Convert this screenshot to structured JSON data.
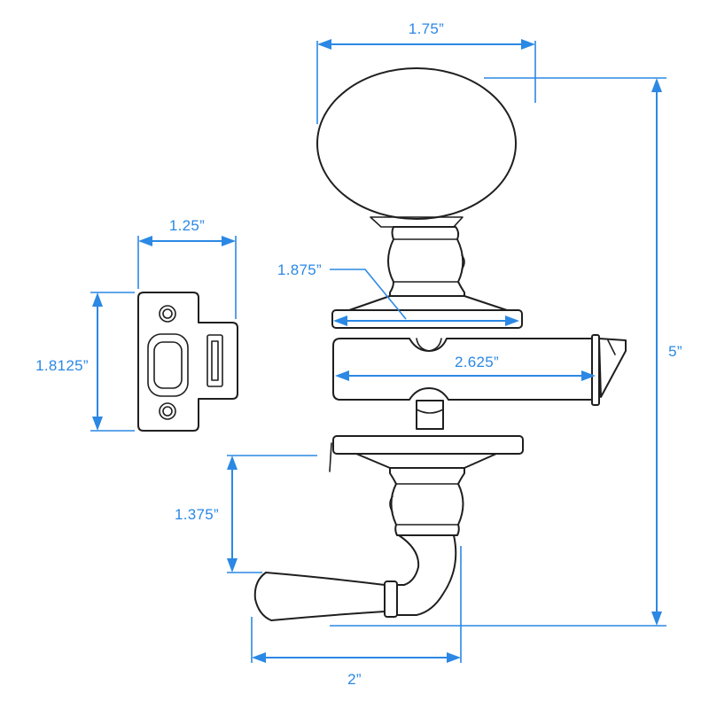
{
  "colors": {
    "dimension": "#2b88e4",
    "outline": "#1f1f1f",
    "background": "#ffffff"
  },
  "dimensions": {
    "knob_diameter": "1.75”",
    "overall_height": "5”",
    "strike_plate_width": "1.25”",
    "strike_plate_height": "1.8125”",
    "rosette_diameter": "1.875”",
    "latch_length": "2.625”",
    "lever_projection": "1.375”",
    "lever_length": "2”"
  }
}
